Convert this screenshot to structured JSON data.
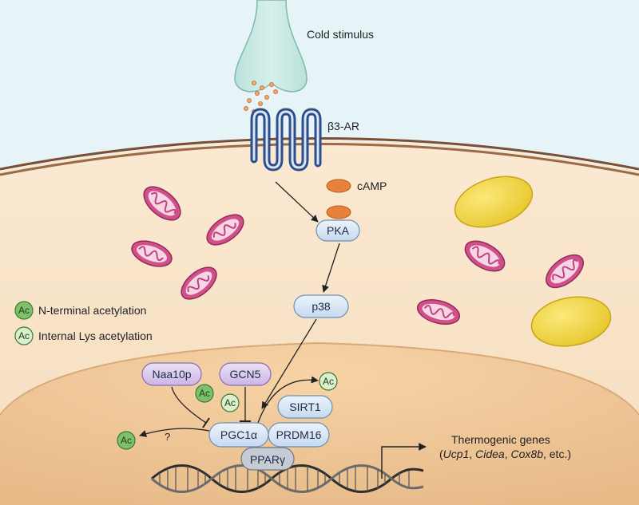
{
  "labels": {
    "cold_stimulus": "Cold stimulus",
    "b3ar": "β3-AR",
    "camp": "cAMP",
    "pka": "PKA",
    "p38": "p38",
    "naa10p": "Naa10p",
    "gcn5": "GCN5",
    "sirt1": "SIRT1",
    "pgc1a": "PGC1α",
    "prdm16": "PRDM16",
    "ppary": "PPARγ",
    "question": "?",
    "thermogenic_title": "Thermogenic genes",
    "thermogenic_open": "(",
    "thermogenic_genes": [
      "Ucp1",
      "Cidea",
      "Cox8b"
    ],
    "thermogenic_sep": ", ",
    "thermogenic_etc": ", etc.)"
  },
  "ac_label": "Ac",
  "legend": [
    {
      "text": "N-terminal acetylation",
      "fill": "#7fc06a"
    },
    {
      "text": "Internal Lys acetylation",
      "fill": "#dbeed0"
    }
  ],
  "colors": {
    "extracellular": "#e6f4f8",
    "cytoplasm": "#f7e2c6",
    "nucleus": "#efc99a",
    "membrane": "#8b5a3c",
    "receptor": "#2c4f8c",
    "neuron": "#c8eae3",
    "camp": "#e8823a",
    "protein_box": "#d7e6f4",
    "acetyltransferase": "#d8c6ec",
    "lipid_droplet": "#f1d64b",
    "mitochondria": "#d1508a"
  }
}
